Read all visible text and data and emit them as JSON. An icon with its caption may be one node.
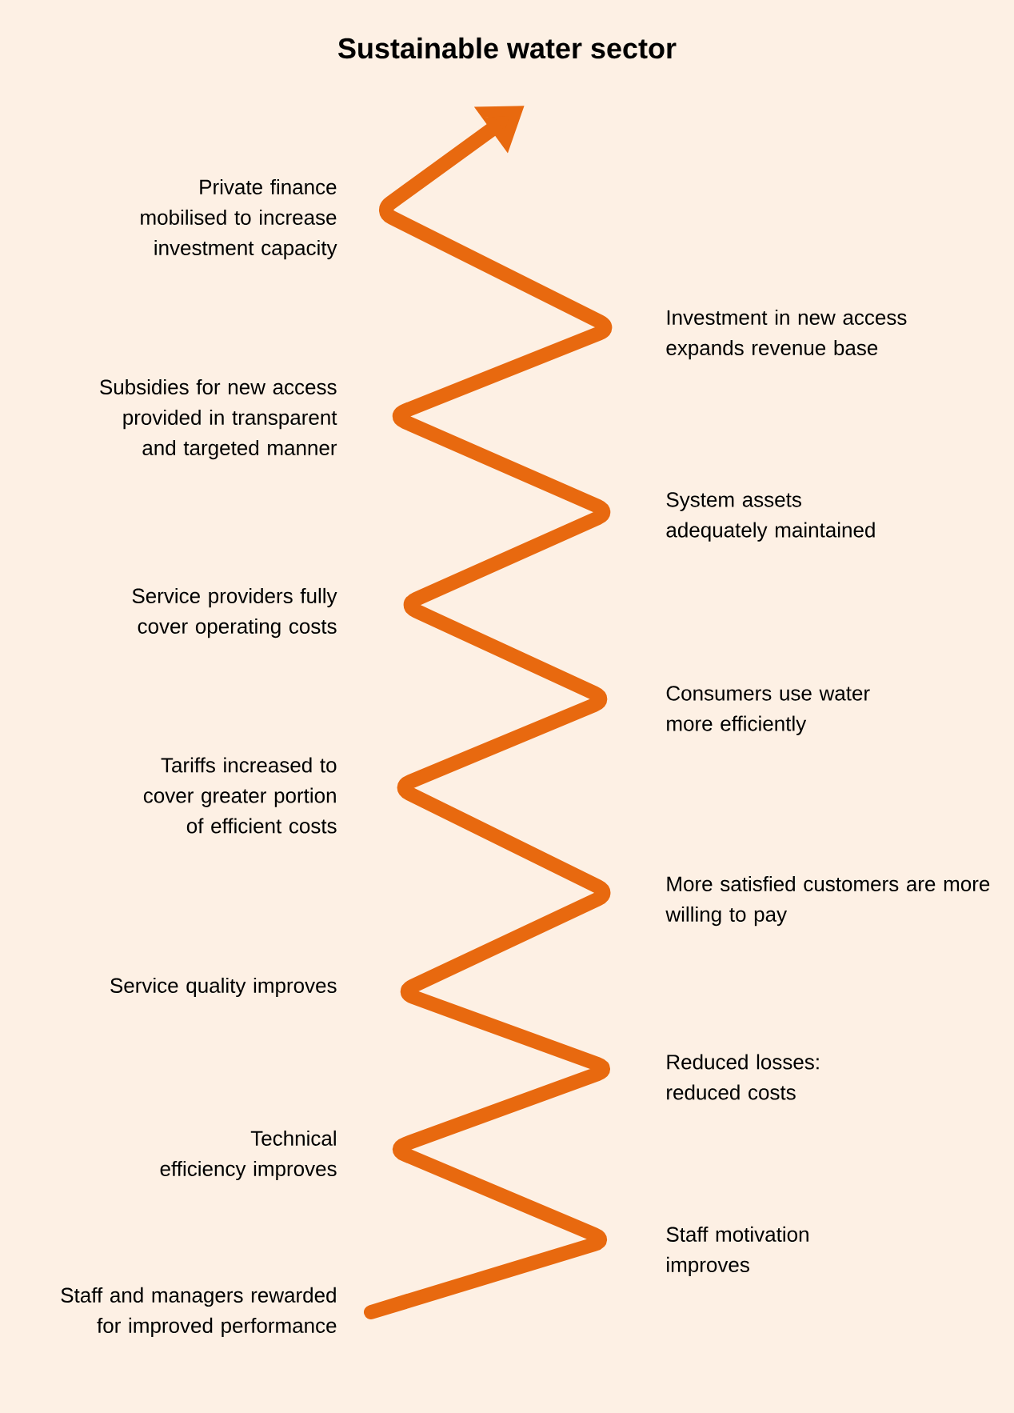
{
  "diagram": {
    "title": "Sustainable water sector",
    "labels": [
      "Private finance mobilised to increase investment capacity",
      "Investment in new access expands revenue base",
      "Subsidies for new access provided in transparent and targeted manner",
      "System assets adequately maintained",
      "Service providers fully cover operating costs",
      "Consumers use water more efficiently",
      "Tariffs increased to cover greater portion of efficient costs",
      "More satisfied customers are more willing to pay",
      "Service quality improves",
      "Reduced losses: reduced costs",
      "Technical efficiency improves",
      "Staff motivation improves",
      "Staff and managers rewarded for improved performance"
    ]
  }
}
